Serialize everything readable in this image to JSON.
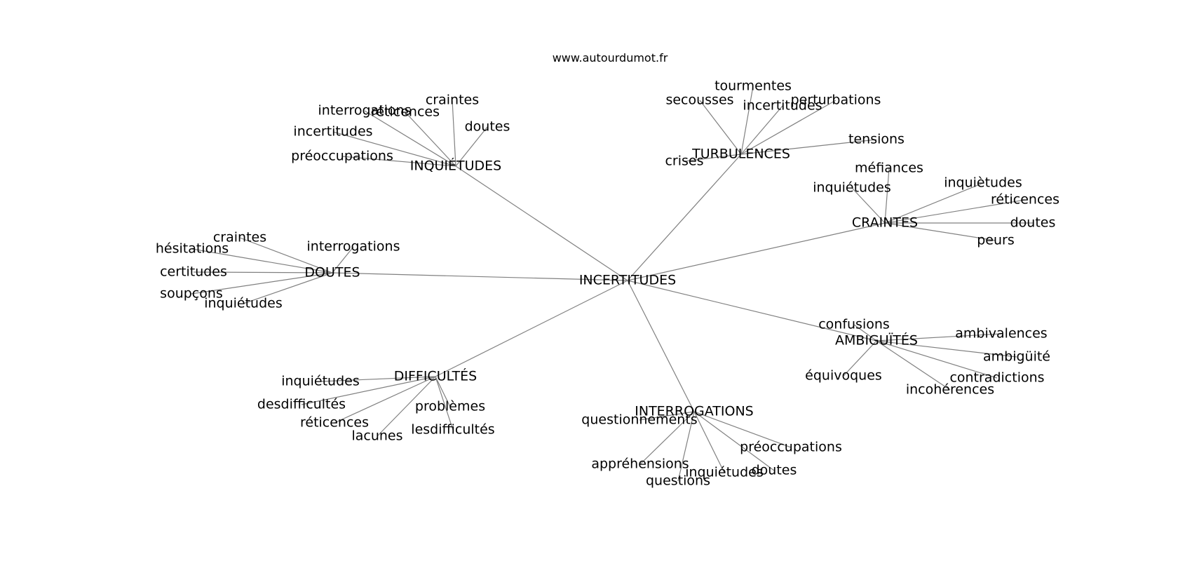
{
  "site": "www.autourdumot.fr",
  "colors": {
    "edge": "#808080",
    "text": "#000000",
    "background": "#ffffff"
  },
  "center": "INCERTITUDES",
  "hubs": [
    {
      "label": "INQUIÉTUDES",
      "words": [
        "craintes",
        "réticences",
        "interrogations",
        "doutes",
        "incertitudes",
        "préoccupations"
      ]
    },
    {
      "label": "TURBULENCES",
      "words": [
        "tourmentes",
        "secousses",
        "incertitudes",
        "perturbations",
        "tensions",
        "crises"
      ]
    },
    {
      "label": "CRAINTES",
      "words": [
        "méfiances",
        "inquiétudes",
        "inquiètudes",
        "réticences",
        "doutes",
        "peurs"
      ]
    },
    {
      "label": "DOUTES",
      "words": [
        "craintes",
        "hésitations",
        "interrogations",
        "certitudes",
        "soupçons",
        "inquiétudes"
      ]
    },
    {
      "label": "AMBIGUÏTÉS",
      "words": [
        "confusions",
        "ambivalences",
        "ambigüité",
        "équivoques",
        "contradictions",
        "incohérences"
      ]
    },
    {
      "label": "DIFFICULTÉS",
      "words": [
        "inquiétudes",
        "desdifficultés",
        "problèmes",
        "réticences",
        "lacunes",
        "lesdifficultés"
      ]
    },
    {
      "label": "INTERROGATIONS",
      "words": [
        "questionnements",
        "préoccupations",
        "appréhensions",
        "doutes",
        "inquiétudes",
        "questions"
      ]
    }
  ]
}
